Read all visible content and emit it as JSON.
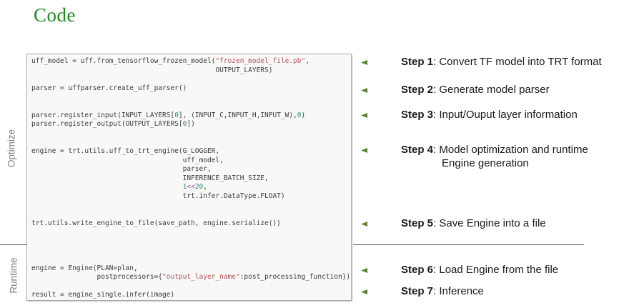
{
  "title": "Code",
  "colors": {
    "title_green": "#1e8b1e",
    "arrow_dark_green": "#5f7f33",
    "arrow_light_green": "#bdd385",
    "code_string_red": "#b5545c",
    "code_number_teal": "#2e8b7a",
    "code_operator_purple": "#a050a0",
    "divider_gray": "#5a5a5a",
    "code_box_bg": "#f8f8f7"
  },
  "section_labels": {
    "optimize": "Optimize",
    "runtime": "Runtime"
  },
  "code": {
    "lines": [
      [
        [
          "plain",
          "uff_model = uff.from_tensorflow_frozen_model("
        ],
        [
          "string",
          "\"frozen_model_file.pb\""
        ],
        [
          "plain",
          ","
        ]
      ],
      [
        [
          "plain",
          "                                             OUTPUT_LAYERS)"
        ]
      ],
      [],
      [
        [
          "plain",
          "parser = uffparser.create_uff_parser()"
        ]
      ],
      [],
      [],
      [
        [
          "plain",
          "parser.register_input(INPUT_LAYERS["
        ],
        [
          "num",
          "0"
        ],
        [
          "plain",
          "], (INPUT_C,INPUT_H,INPUT_W),"
        ],
        [
          "num",
          "0"
        ],
        [
          "plain",
          ")"
        ]
      ],
      [
        [
          "plain",
          "parser.register_output(OUTPUT_LAYERS["
        ],
        [
          "num",
          "0"
        ],
        [
          "plain",
          "])"
        ]
      ],
      [],
      [],
      [
        [
          "plain",
          "engine = trt.utils.uff_to_trt_engine(G_LOGGER,"
        ]
      ],
      [
        [
          "plain",
          "                                     uff_model,"
        ]
      ],
      [
        [
          "plain",
          "                                     parser,"
        ]
      ],
      [
        [
          "plain",
          "                                     INFERENCE_BATCH_SIZE,"
        ]
      ],
      [
        [
          "plain",
          "                                     "
        ],
        [
          "num",
          "1"
        ],
        [
          "op",
          "<<"
        ],
        [
          "num",
          "20"
        ],
        [
          "plain",
          ","
        ]
      ],
      [
        [
          "plain",
          "                                     trt.infer.DataType.FLOAT)"
        ]
      ],
      [],
      [],
      [
        [
          "plain",
          "trt.utils.write_engine_to_file(save_path, engine.serialize())"
        ]
      ],
      [],
      [],
      [],
      [],
      [
        [
          "plain",
          "engine = Engine(PLAN=plan,"
        ]
      ],
      [
        [
          "plain",
          "                postprocessors={"
        ],
        [
          "string",
          "\"output_layer_name\""
        ],
        [
          "plain",
          ":post_processing_function})"
        ]
      ],
      [],
      [
        [
          "plain",
          "result = engine_single.infer(image)"
        ]
      ]
    ]
  },
  "steps": [
    {
      "bold": "Step 1",
      "text": ": Convert TF model into TRT format",
      "line2": ""
    },
    {
      "bold": "Step 2",
      "text": ": Generate model parser",
      "line2": ""
    },
    {
      "bold": "Step 3",
      "text": ": Input/Ouput layer information",
      "line2": ""
    },
    {
      "bold": "Step 4",
      "text": ": Model optimization and runtime",
      "line2": "Engine generation"
    },
    {
      "bold": "Step 5",
      "text": ": Save Engine into a file",
      "line2": ""
    },
    {
      "bold": "Step 6",
      "text": ": Load Engine from the file",
      "line2": ""
    },
    {
      "bold": "Step 7",
      "text": ": Inference",
      "line2": ""
    }
  ]
}
